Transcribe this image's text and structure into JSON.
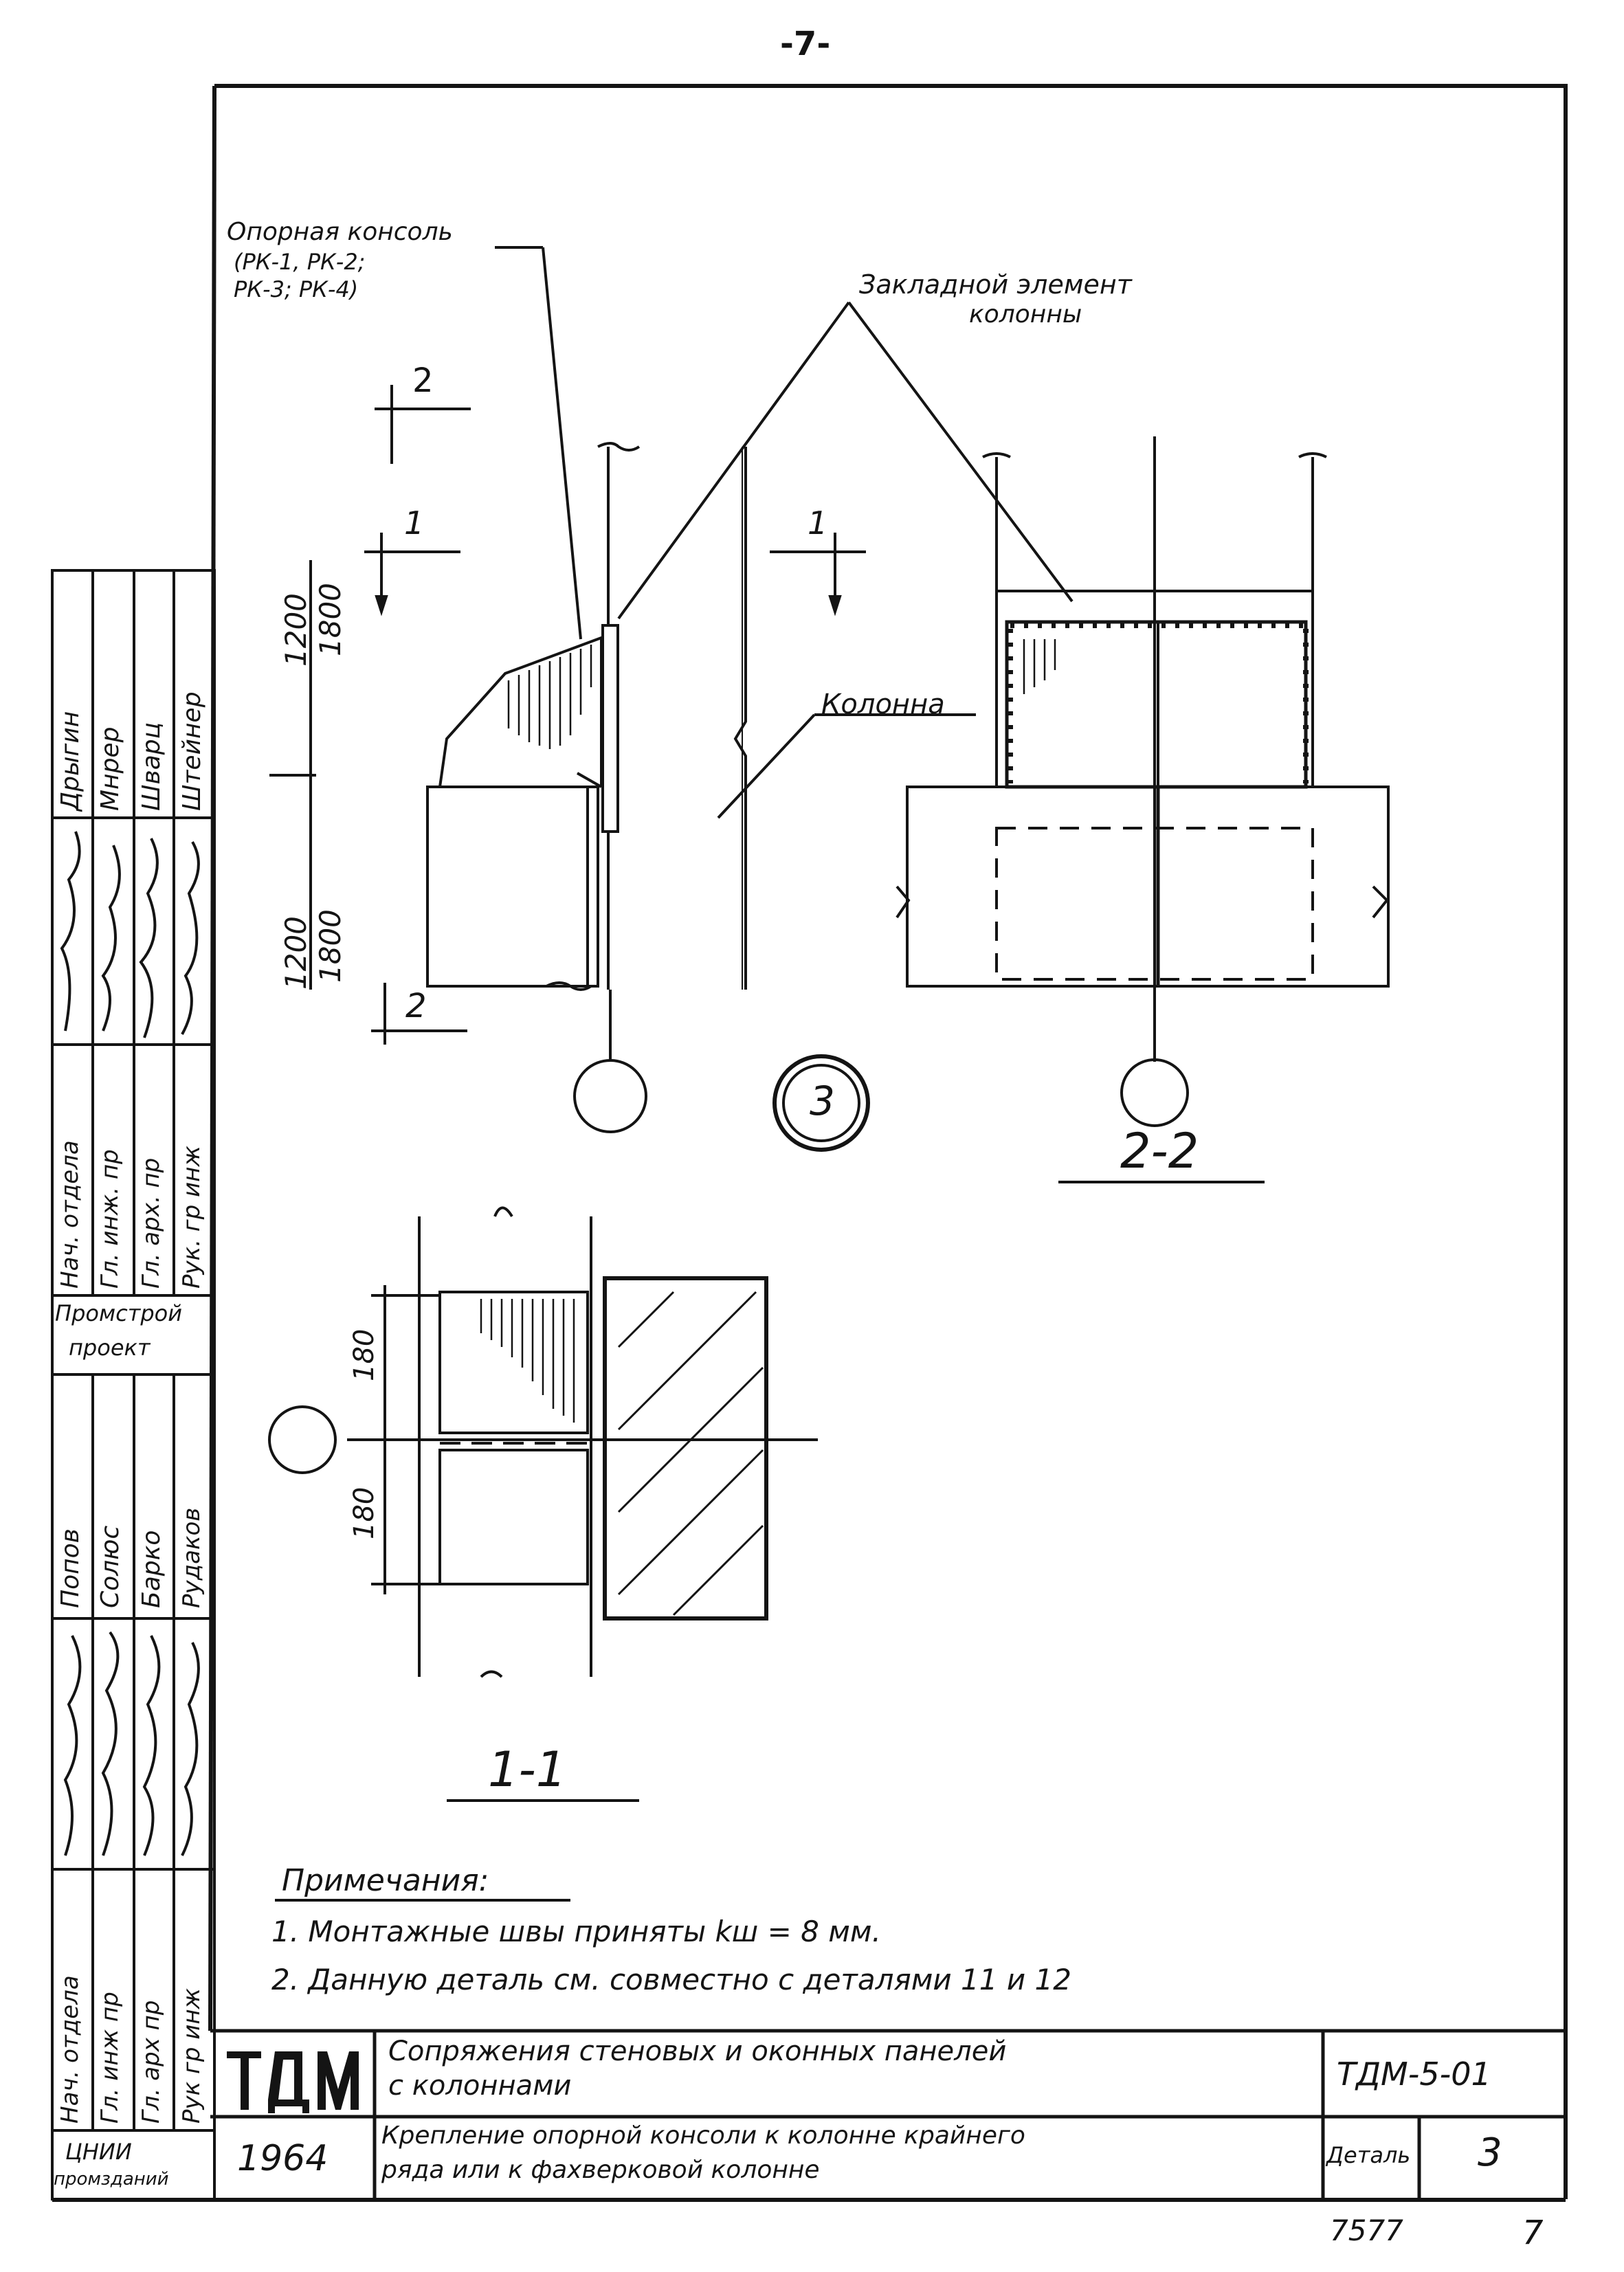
{
  "page_number": "-7-",
  "labels": {
    "support_console": "Опорная консоль",
    "support_console_marks_1": "(РК-1, РК-2;",
    "support_console_marks_2": "РК-3; РК-4)",
    "embedded_element_1": "Закладной элемент",
    "embedded_element_2": "колонны",
    "column": "Колонна",
    "section_2_mark": "2",
    "section_1_mark": "1",
    "section_1_right_mark": "1",
    "section_2_bottom_mark": "2",
    "dim_top_1": "1200",
    "dim_top_2": "1800",
    "dim_bottom_1": "1200",
    "dim_bottom_2": "1800",
    "detail_number": "3",
    "section_2_2_title": "2-2",
    "section_1_1_title": "1-1",
    "dim_180_top": "180",
    "dim_180_bottom": "180"
  },
  "notes": {
    "heading": "Примечания:",
    "items": [
      "1. Монтажные швы приняты kш = 8 мм.",
      "2. Данную деталь см. совместно с деталями 11 и 12"
    ]
  },
  "left_stamp_top": {
    "roles": [
      "Нач. отдела",
      "Гл. инж. пр",
      "Гл. арх. пр",
      "Рук. гр инж"
    ],
    "names": [
      "Дрыгин",
      "Мнрер",
      "Шварц",
      "Штейнер"
    ]
  },
  "left_stamp_org": {
    "line1": "Промстрой",
    "line2": "проект"
  },
  "left_stamp_bottom": {
    "roles": [
      "Нач. отдела",
      "Гл. инж пр",
      "Гл. арх пр",
      "Рук гр инж"
    ],
    "names": [
      "Попов",
      "Солюс",
      "Барко",
      "Рудаков"
    ]
  },
  "left_stamp_footer": {
    "line1": "ЦНИИ",
    "line2": "промзданий"
  },
  "title_block": {
    "logo": "ТДМ",
    "year": "1964",
    "title_line1": "Сопряжения стеновых и оконных панелей",
    "title_line2": "с колоннами",
    "subtitle_line1": "Крепление опорной консоли к колонне крайнего",
    "subtitle_line2": "ряда или к фахверковой колонне",
    "series": "ТДМ-5-01",
    "detail_label": "Деталь",
    "detail_value": "3"
  },
  "footer": {
    "code": "7577",
    "sheet": "7"
  }
}
